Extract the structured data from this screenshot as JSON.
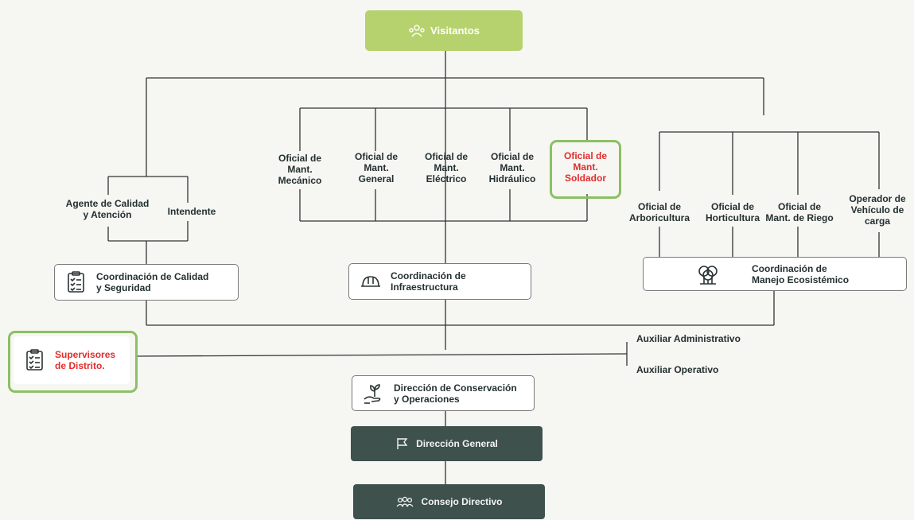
{
  "top": {
    "label": "Visitantos"
  },
  "left_branch": {
    "agente": "Agente de Calidad\ny Atención",
    "intendente": "Intendente",
    "coord": "Coordinación de Calidad\ny Seguridad"
  },
  "center_branch": {
    "oficiales": [
      "Oficial de\nMant.\nMecánico",
      "Oficial de\nMant.\nGeneral",
      "Oficial de\nMant.\nEléctrico",
      "Oficial de\nMant.\nHidráulico",
      "Oficial de\nMant.\nSoldador"
    ],
    "coord": "Coordinación de\nInfraestructura"
  },
  "right_branch": {
    "oficiales": [
      "Oficial de\nArboricultura",
      "Oficial de\nHorticultura",
      "Oficial de\nMant. de Riego",
      "Operador de\nVehículo de\ncarga"
    ],
    "coord": "Coordinación de\nManejo Ecosistémico"
  },
  "supervisores": "Supervisores\nde Distrito.",
  "auxiliares": {
    "administrativo": "Auxiliar Administrativo",
    "operativo": "Auxiliar Operativo"
  },
  "direccion_conservacion": "Dirección de Conservación\ny Operaciones",
  "direccion_general": "Dirección General",
  "consejo": "Consejo Directivo",
  "colors": {
    "top_green": "#b6d26e",
    "highlight_green": "#8cc063",
    "dark_box": "#3e514d",
    "highlight_red": "#e02d2d"
  }
}
